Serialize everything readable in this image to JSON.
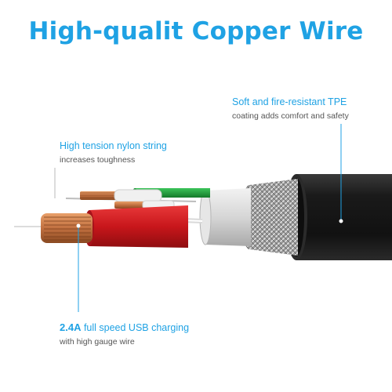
{
  "title": "High-qualit Copper Wire",
  "callouts": {
    "tpe": {
      "head": "Soft and fire-resistant TPE",
      "sub": "coating adds comfort and safety"
    },
    "nylon": {
      "head": "High tension nylon string",
      "sub": "increases toughness"
    },
    "charging": {
      "head_strong": "2.4A",
      "head": "full speed USB charging",
      "sub": "with high gauge wire"
    }
  },
  "colors": {
    "accent": "#1fa2e4",
    "jacket": "#1c1c1c",
    "red_insulation": "#d0181c",
    "green_insulation": "#1ea23a",
    "copper": "#c97a45",
    "shield": "#b8b8b8"
  }
}
